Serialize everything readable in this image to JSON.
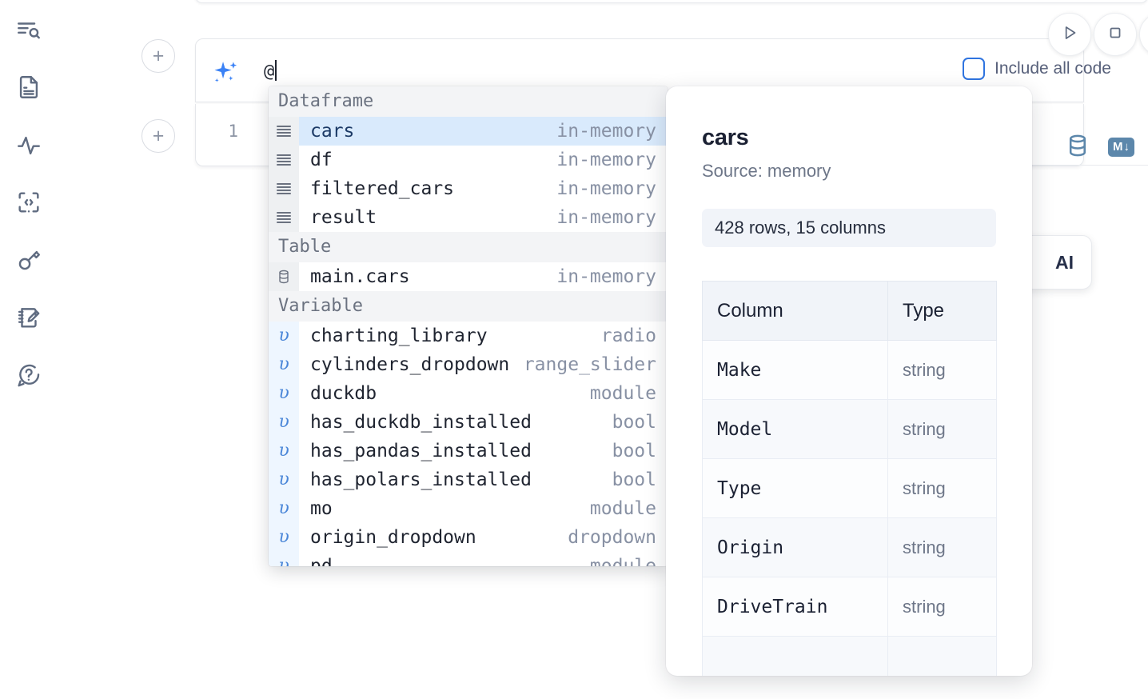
{
  "sidebar": {
    "items": [
      {
        "name": "outline-search-icon",
        "label": "Outline"
      },
      {
        "name": "file-text-icon",
        "label": "Notebook file"
      },
      {
        "name": "activity-icon",
        "label": "Runtime activity"
      },
      {
        "name": "code-snippet-icon",
        "label": "Snippets"
      },
      {
        "name": "key-icon",
        "label": "Secrets"
      },
      {
        "name": "scratchpad-edit-icon",
        "label": "Scratchpad"
      },
      {
        "name": "help-chat-icon",
        "label": "Help"
      }
    ]
  },
  "toolbar": {
    "run_label": "Run",
    "stop_label": "Interrupt",
    "include_all_code_label": "Include all code",
    "include_all_code_checked": false,
    "accent_color": "#2f74e0"
  },
  "cell": {
    "line_number": "1",
    "add_cell_label": "+",
    "database_icon_label": "Database",
    "markdown_icon_label": "M",
    "markdown_icon_arrow": "↓",
    "icon_color": "#5c87ab"
  },
  "ai_chip": {
    "label": "AI"
  },
  "ai_prompt": {
    "value": "@",
    "sparkle_color": "#3b82f6"
  },
  "autocomplete": {
    "sections": [
      {
        "title": "Dataframe",
        "icon": "list-icon",
        "gutter_style": "default",
        "items": [
          {
            "label": "cars",
            "meta": "in-memory",
            "selected": true
          },
          {
            "label": "df",
            "meta": "in-memory",
            "selected": false
          },
          {
            "label": "filtered_cars",
            "meta": "in-memory",
            "selected": false
          },
          {
            "label": "result",
            "meta": "in-memory",
            "selected": false
          }
        ]
      },
      {
        "title": "Table",
        "icon": "database-icon",
        "gutter_style": "default",
        "items": [
          {
            "label": "main.cars",
            "meta": "in-memory",
            "selected": false
          }
        ]
      },
      {
        "title": "Variable",
        "icon": "upsilon-icon",
        "gutter_style": "var",
        "items": [
          {
            "label": "charting_library",
            "meta": "radio",
            "selected": false
          },
          {
            "label": "cylinders_dropdown",
            "meta": "range_slider",
            "selected": false
          },
          {
            "label": "duckdb",
            "meta": "module",
            "selected": false
          },
          {
            "label": "has_duckdb_installed",
            "meta": "bool",
            "selected": false
          },
          {
            "label": "has_pandas_installed",
            "meta": "bool",
            "selected": false
          },
          {
            "label": "has_polars_installed",
            "meta": "bool",
            "selected": false
          },
          {
            "label": "mo",
            "meta": "module",
            "selected": false
          },
          {
            "label": "origin_dropdown",
            "meta": "dropdown",
            "selected": false
          },
          {
            "label": "pd",
            "meta": "module",
            "selected": false
          }
        ]
      }
    ],
    "selected_bg": "#d9eafc"
  },
  "preview": {
    "title": "cars",
    "source": "Source: memory",
    "shape": "428 rows, 15 columns",
    "table": {
      "headers": [
        "Column",
        "Type"
      ],
      "rows": [
        [
          "Make",
          "string"
        ],
        [
          "Model",
          "string"
        ],
        [
          "Type",
          "string"
        ],
        [
          "Origin",
          "string"
        ],
        [
          "DriveTrain",
          "string"
        ],
        [
          "",
          ""
        ]
      ]
    }
  }
}
